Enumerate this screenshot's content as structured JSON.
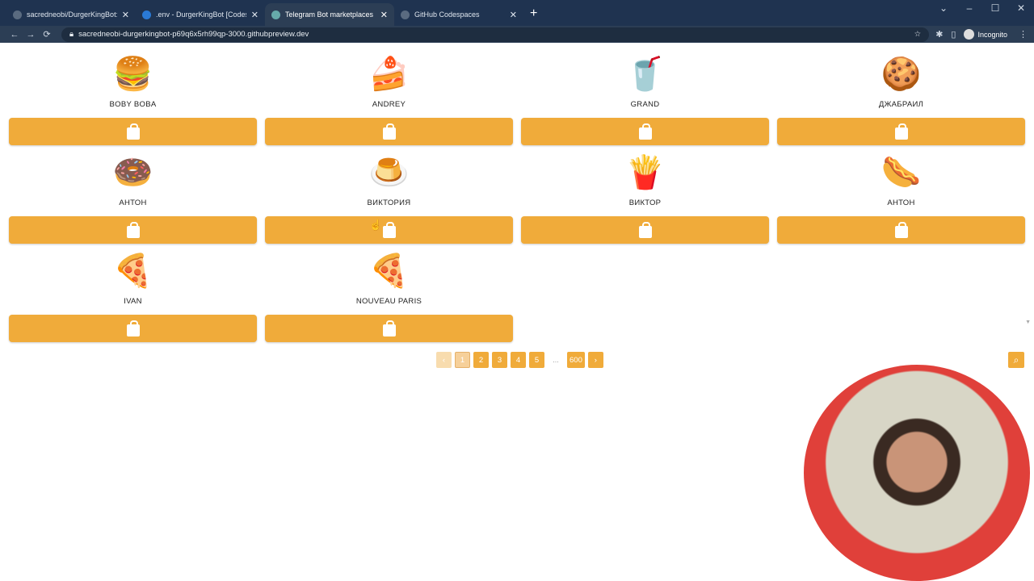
{
  "browser": {
    "tabs": [
      {
        "title": "sacredneobi/DurgerKingBot: Про",
        "active": false
      },
      {
        "title": ".env - DurgerKingBot [Codespaces]",
        "active": false
      },
      {
        "title": "Telegram Bot marketplaces",
        "active": true
      },
      {
        "title": "GitHub Codespaces",
        "active": false
      }
    ],
    "url": "sacredneobi-durgerkingbot-p69q6x5rh99qp-3000.githubpreview.dev",
    "profile": "Incognito"
  },
  "products": [
    {
      "name": "BOBY BOBA",
      "emoji": "🍔"
    },
    {
      "name": "ANDREY",
      "emoji": "🍰"
    },
    {
      "name": "GRAND",
      "emoji": "🥤"
    },
    {
      "name": "ДЖАБРАИЛ",
      "emoji": "🍪"
    },
    {
      "name": "АНТОН",
      "emoji": "🍩"
    },
    {
      "name": "ВИКТОРИЯ",
      "emoji": "🍮"
    },
    {
      "name": "ВИКТОР",
      "emoji": "🍟"
    },
    {
      "name": "АНТОН",
      "emoji": "🌭"
    },
    {
      "name": "IVAN",
      "emoji": "🍕"
    },
    {
      "name": "NOUVEAU PARIS",
      "emoji": "🍕"
    }
  ],
  "pagination": {
    "prev": "‹",
    "pages": [
      "1",
      "2",
      "3",
      "4",
      "5"
    ],
    "current": "1",
    "ellipsis": "...",
    "last": "600",
    "next": "›"
  },
  "colors": {
    "accent": "#f0ab3a"
  }
}
